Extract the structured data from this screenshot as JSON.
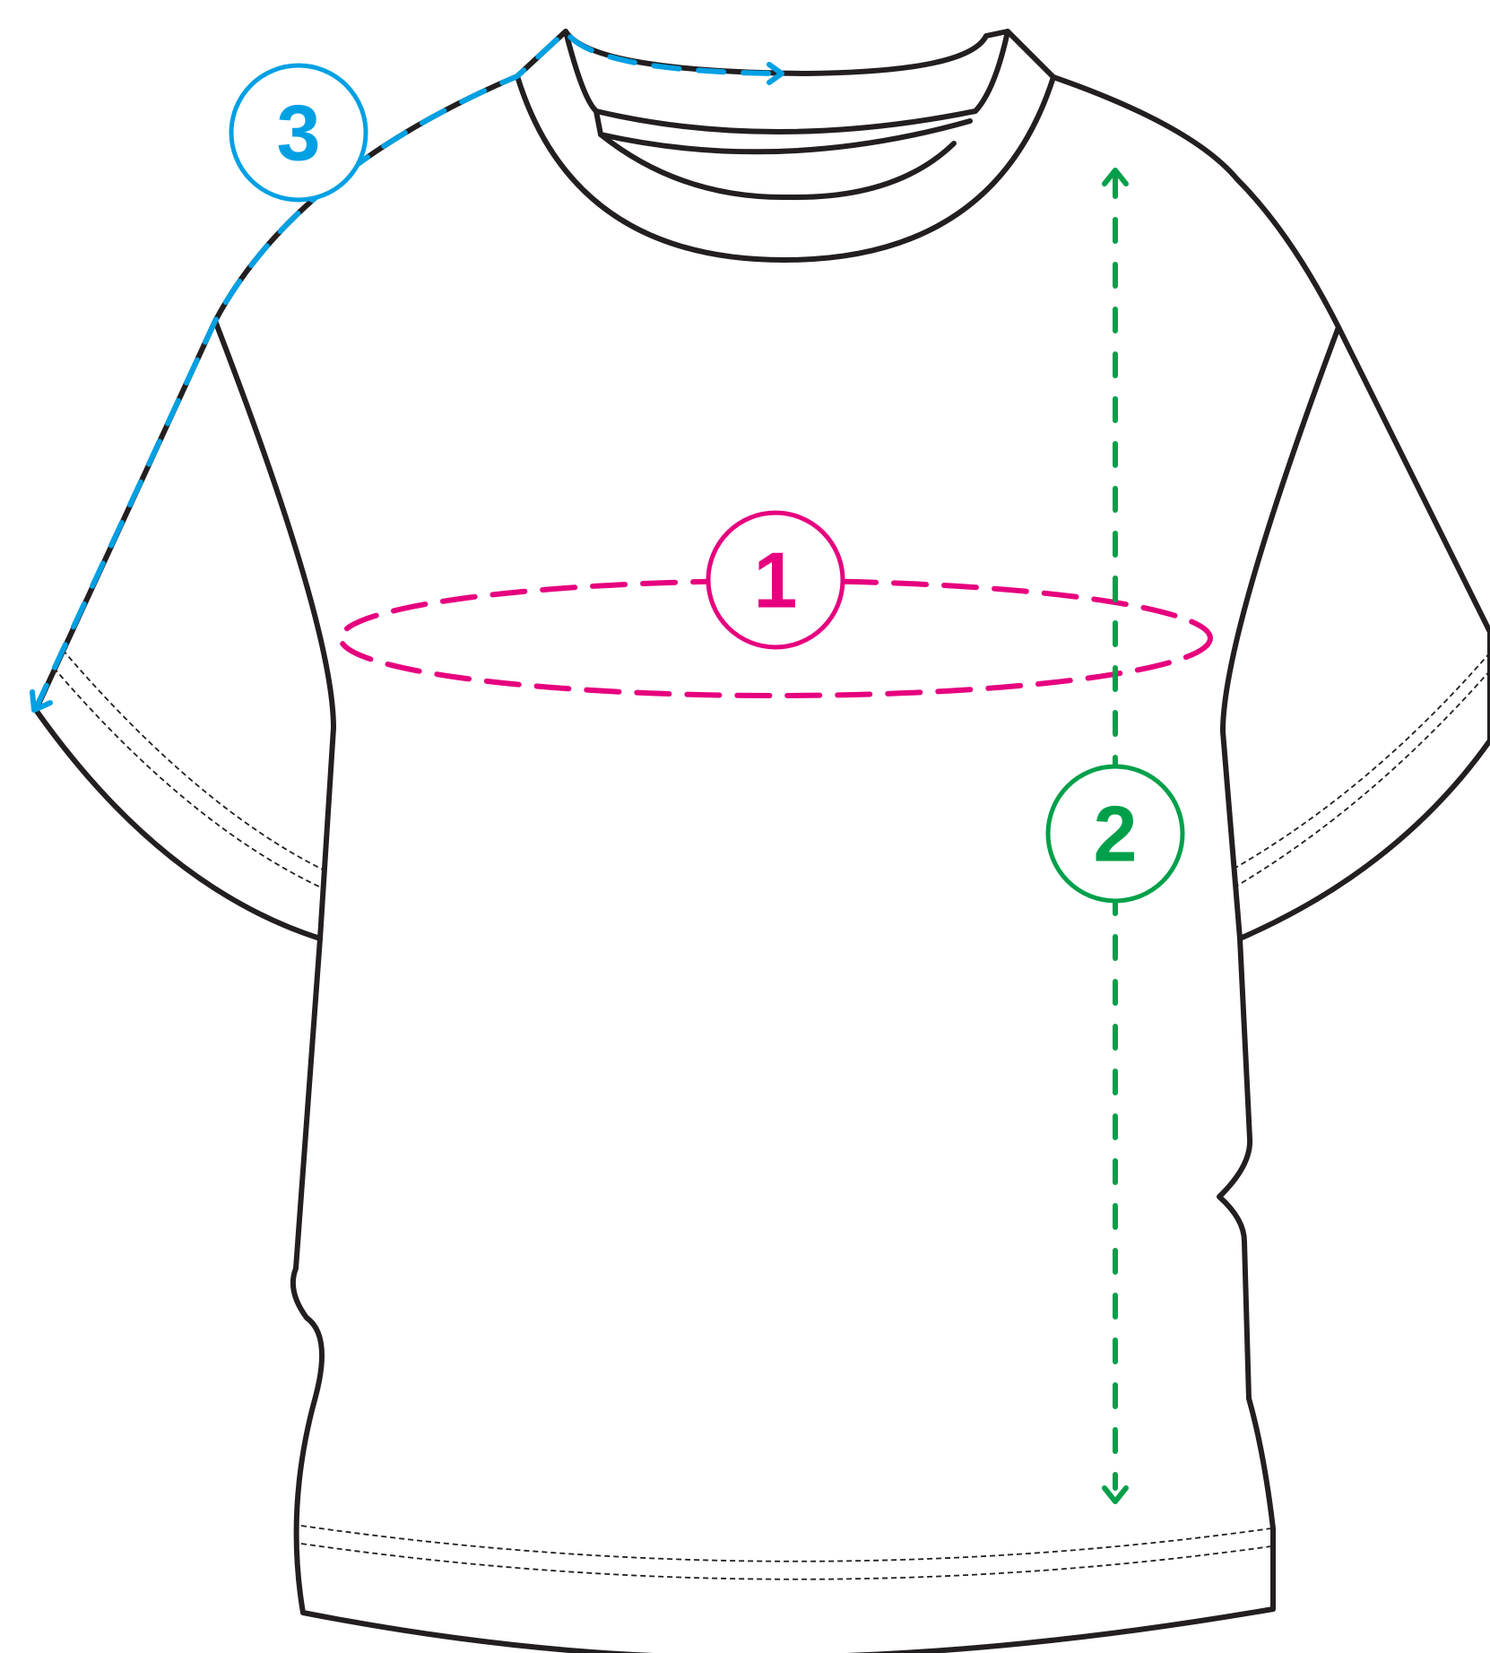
{
  "colors": {
    "outline": "#231f20",
    "chest": "#e6007e",
    "length": "#00a04a",
    "sleeve": "#00a0e3"
  },
  "markers": {
    "chest": {
      "number": "1"
    },
    "length": {
      "number": "2"
    },
    "sleeve": {
      "number": "3"
    }
  }
}
